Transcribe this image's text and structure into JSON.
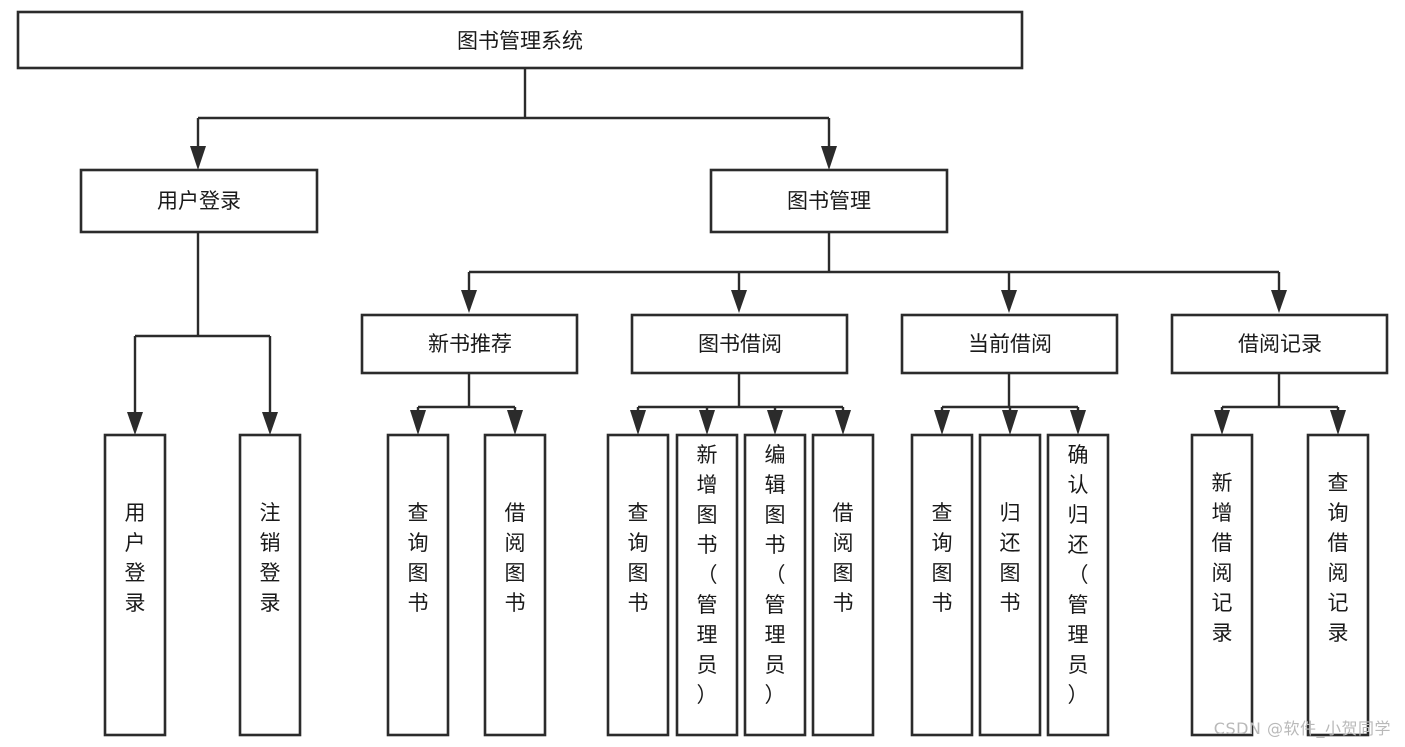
{
  "diagram": {
    "type": "tree-hierarchy-flowchart",
    "title": "图书管理系统",
    "watermark": "CSDN @软件_小贺同学",
    "colors": {
      "background": "#ffffff",
      "box_stroke": "#2b2b2b",
      "box_fill": "#ffffff",
      "text": "#1a1a1a",
      "watermark": "#b9b9b9"
    },
    "levels": {
      "root": {
        "label": "图书管理系统"
      },
      "level1": [
        {
          "id": "user-login",
          "label": "用户登录"
        },
        {
          "id": "book-management",
          "label": "图书管理"
        }
      ],
      "level2": [
        {
          "id": "new-book-recommend",
          "label": "新书推荐",
          "parent": "book-management"
        },
        {
          "id": "book-borrow",
          "label": "图书借阅",
          "parent": "book-management"
        },
        {
          "id": "current-borrow",
          "label": "当前借阅",
          "parent": "book-management"
        },
        {
          "id": "borrow-record",
          "label": "借阅记录",
          "parent": "book-management"
        }
      ],
      "leaves": [
        {
          "id": "leaf-user-login",
          "label": "用户登录",
          "parent": "user-login"
        },
        {
          "id": "leaf-user-logout",
          "label": "注销登录",
          "parent": "user-login"
        },
        {
          "id": "leaf-query-book-1",
          "label": "查询图书",
          "parent": "new-book-recommend"
        },
        {
          "id": "leaf-borrow-book-1",
          "label": "借阅图书",
          "parent": "new-book-recommend"
        },
        {
          "id": "leaf-query-book-2",
          "label": "查询图书",
          "parent": "book-borrow"
        },
        {
          "id": "leaf-add-book",
          "label": "新增图书（管理员）",
          "parent": "book-borrow"
        },
        {
          "id": "leaf-edit-book",
          "label": "编辑图书（管理员）",
          "parent": "book-borrow"
        },
        {
          "id": "leaf-borrow-book-2",
          "label": "借阅图书",
          "parent": "book-borrow"
        },
        {
          "id": "leaf-query-book-3",
          "label": "查询图书",
          "parent": "current-borrow"
        },
        {
          "id": "leaf-return-book",
          "label": "归还图书",
          "parent": "current-borrow"
        },
        {
          "id": "leaf-confirm-return",
          "label": "确认归还（管理员）",
          "parent": "current-borrow"
        },
        {
          "id": "leaf-add-record",
          "label": "新增借阅记录",
          "parent": "borrow-record"
        },
        {
          "id": "leaf-query-record",
          "label": "查询借阅记录",
          "parent": "borrow-record"
        }
      ]
    }
  }
}
